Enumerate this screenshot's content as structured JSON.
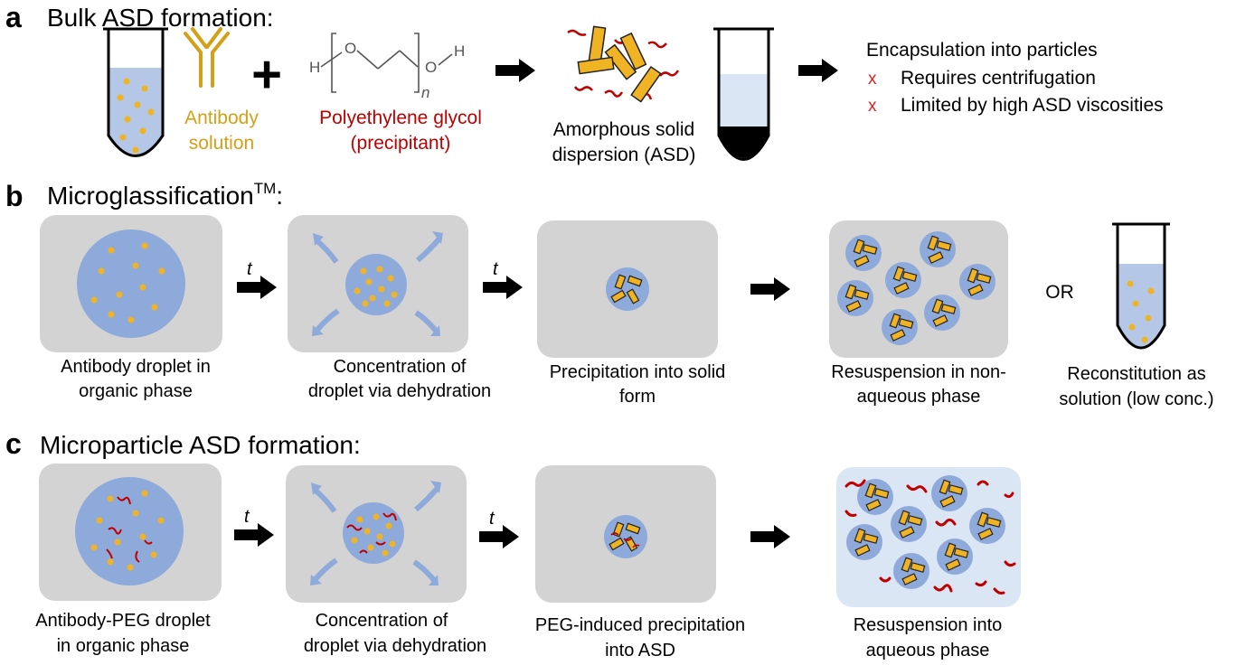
{
  "colors": {
    "panel_gray": "#d3d3d3",
    "droplet_blue": "#8eaadb",
    "dot_orange": "#f0b323",
    "antibody_gold": "#d4a017",
    "peg_red": "#c00000",
    "light_blue": "#dbe6f4",
    "arrow_blue": "#8eaadb"
  },
  "panel_a": {
    "letter": "a",
    "title": "Bulk ASD formation:",
    "antibody_label_1": "Antibody",
    "antibody_label_2": "solution",
    "plus": "+",
    "peg_label_1": "Polyethylene glycol",
    "peg_label_2": "(precipitant)",
    "peg_h_left": "H",
    "peg_o_1": "O",
    "peg_o_2": "O",
    "peg_h_right": "H",
    "peg_n": "n",
    "asd_label_1": "Amorphous solid",
    "asd_label_2": "dispersion (ASD)",
    "result_heading": "Encapsulation into particles",
    "cons": [
      {
        "mark": "x",
        "text": "Requires centrifugation"
      },
      {
        "mark": "x",
        "text": "Limited by high ASD viscosities"
      }
    ]
  },
  "panel_b": {
    "letter": "b",
    "title": "Microglassification",
    "title_sup": "TM",
    "title_colon": ":",
    "time_symbol": "t",
    "or_label": "OR",
    "steps": [
      {
        "line1": "Antibody droplet in",
        "line2": "organic phase"
      },
      {
        "line1": "Concentration of",
        "line2": "droplet via dehydration"
      },
      {
        "line1": "Precipitation into solid",
        "line2": "form"
      },
      {
        "line1": "Resuspension in non-",
        "line2": "aqueous phase"
      },
      {
        "line1": "Reconstitution as",
        "line2": "solution (low conc.)"
      }
    ]
  },
  "panel_c": {
    "letter": "c",
    "title": "Microparticle ASD formation:",
    "time_symbol": "t",
    "steps": [
      {
        "line1": "Antibody-PEG droplet",
        "line2": "in organic phase"
      },
      {
        "line1": "Concentration of",
        "line2": "droplet via dehydration"
      },
      {
        "line1": "PEG-induced precipitation",
        "line2": "into ASD"
      },
      {
        "line1": "Resuspension into",
        "line2": "aqueous phase"
      }
    ]
  }
}
